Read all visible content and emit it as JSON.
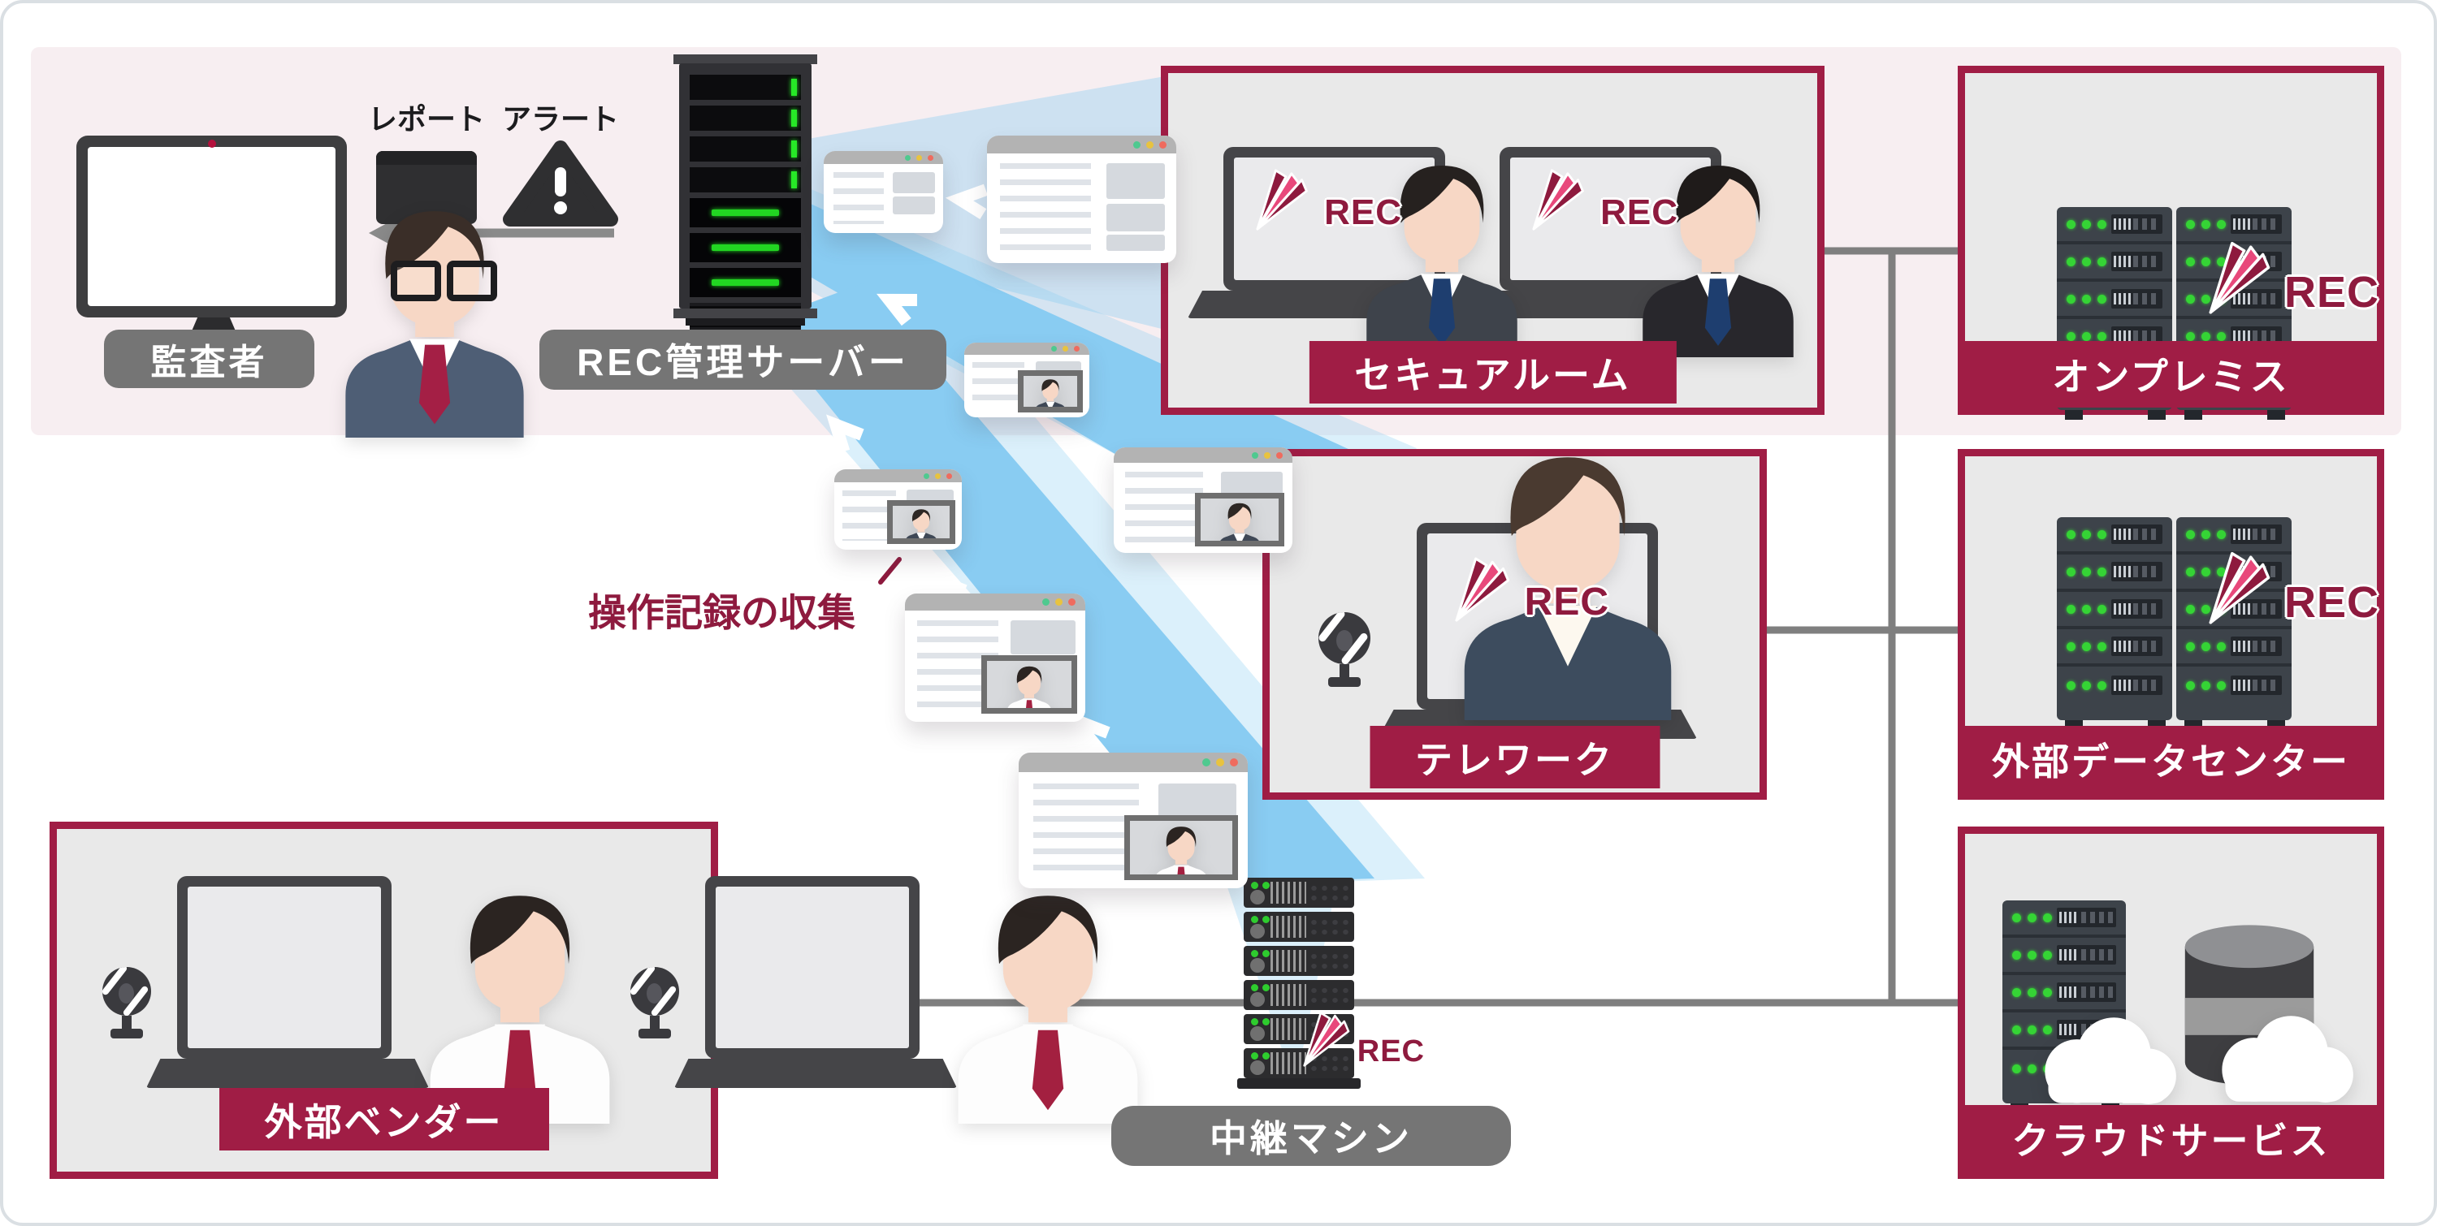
{
  "labels": {
    "auditor": "監査者",
    "report": "レポート",
    "alert": "アラート",
    "rec_server": "REC管理サーバー",
    "collection": "操作記録の収集",
    "relay": "中継マシン",
    "rec": "REC"
  },
  "zones": {
    "secure_room": {
      "label": "セキュアルーム"
    },
    "onpremise": {
      "label": "オンプレミス"
    },
    "telework": {
      "label": "テレワーク"
    },
    "datacenter": {
      "label": "外部データセンター"
    },
    "cloud": {
      "label": "クラウドサービス"
    },
    "vendor": {
      "label": "外部ベンダー"
    }
  },
  "colors": {
    "crimson": "#a01d45",
    "rec_dark": "#8e1a3e",
    "rec_pink": "#e8487b",
    "beam": "#89ccf2",
    "beam_pale": "#c9e5f7",
    "pink_band": "#f7eef1",
    "label_gray": "#757575",
    "line_gray": "#7f7f7f",
    "led_green": "#35d435"
  }
}
